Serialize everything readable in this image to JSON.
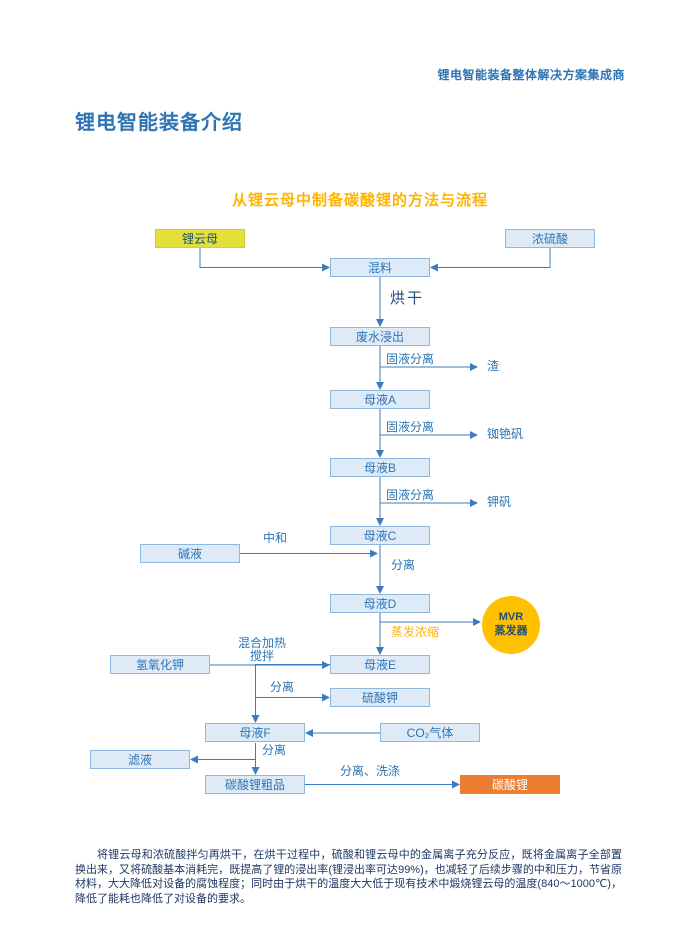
{
  "palette": {
    "primary_blue": "#2E74B5",
    "dark_navy": "#1F4E79",
    "gold": "#FFB400",
    "orange": "#ED7D31",
    "yellow_green": "#E3E03C",
    "box_fill": "#DEEBF7",
    "box_border": "#8FB8DE",
    "connector_blue": "#3C7BBE"
  },
  "header": {
    "slogan": "锂电智能装备整体解决方案集成商"
  },
  "page": {
    "title": "锂电智能装备介绍"
  },
  "flowchart": {
    "title": "从锂云母中制备碳酸锂的方法与流程",
    "nodes": {
      "lepidolite": "锂云母",
      "conc_sulfuric_acid": "浓硫酸",
      "mixing": "混料",
      "wastewater_leaching": "废水浸出",
      "mother_liquor_a": "母液A",
      "mother_liquor_b": "母液B",
      "mother_liquor_c": "母液C",
      "alkali_liquor": "碱液",
      "mother_liquor_d": "母液D",
      "potassium_hydroxide": "氢氧化钾",
      "mother_liquor_e": "母液E",
      "potassium_sulfate": "硫酸钾",
      "mother_liquor_f": "母液F",
      "co2_gas": "CO₂气体",
      "filtrate": "滤液",
      "crude_lithium_carbonate": "碳酸锂粗品",
      "lithium_carbonate": "碳酸锂",
      "mvr_line1": "MVR",
      "mvr_line2": "蒸发器"
    },
    "labels": {
      "drying": "烘干",
      "solid_liquid_sep_1": "固液分离",
      "residue": "渣",
      "solid_liquid_sep_2": "固液分离",
      "rb_cs_alum": "铷铯矾",
      "solid_liquid_sep_3": "固液分离",
      "potassium_alum": "钾矾",
      "neutralization": "中和",
      "separation_1": "分离",
      "evaporation_concentration": "蒸发浓缩",
      "mixing_heating": "混合加热",
      "stirring": "搅拌",
      "separation_2": "分离",
      "separation_3": "分离",
      "separation_washing": "分离、洗涤"
    }
  },
  "footnote": "将锂云母和浓硫酸拌匀再烘干，在烘干过程中，硫酸和锂云母中的金属离子充分反应，既将金属离子全部置换出来，又将硫酸基本消耗完，既提高了锂的浸出率(锂浸出率可达99%)，也减轻了后续步骤的中和压力，节省原材料，大大降低对设备的腐蚀程度；同时由于烘干的温度大大低于现有技术中煅烧锂云母的温度(840～1000℃)，降低了能耗也降低了对设备的要求。"
}
